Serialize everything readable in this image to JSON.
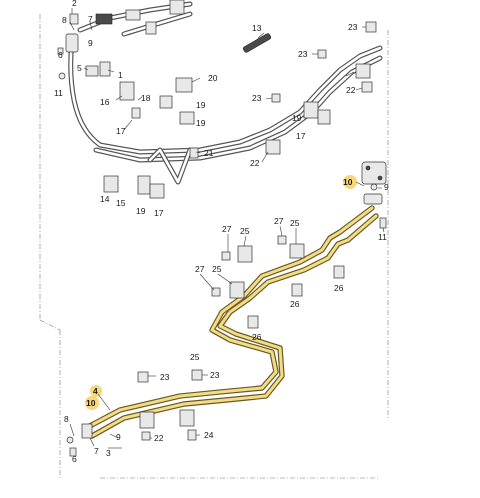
{
  "diagram": {
    "labels": [
      {
        "id": "l2",
        "text": "2"
      },
      {
        "id": "l8a",
        "text": "8"
      },
      {
        "id": "l7a",
        "text": "7"
      },
      {
        "id": "l9a",
        "text": "9"
      },
      {
        "id": "l13",
        "text": "13"
      },
      {
        "id": "l23a",
        "text": "23"
      },
      {
        "id": "l23b",
        "text": "23"
      },
      {
        "id": "l5a",
        "text": "5"
      },
      {
        "id": "l6a",
        "text": "6"
      },
      {
        "id": "l1",
        "text": "1"
      },
      {
        "id": "l11a",
        "text": "11"
      },
      {
        "id": "l16",
        "text": "16"
      },
      {
        "id": "l20",
        "text": "20"
      },
      {
        "id": "l18",
        "text": "18"
      },
      {
        "id": "l19a",
        "text": "19"
      },
      {
        "id": "l17a",
        "text": "17"
      },
      {
        "id": "l22a",
        "text": "22"
      },
      {
        "id": "l23c",
        "text": "23"
      },
      {
        "id": "l19b",
        "text": "19"
      },
      {
        "id": "l17b",
        "text": "17"
      },
      {
        "id": "l19c",
        "text": "19"
      },
      {
        "id": "l21",
        "text": "21"
      },
      {
        "id": "l22b",
        "text": "22"
      },
      {
        "id": "l14",
        "text": "14"
      },
      {
        "id": "l15",
        "text": "15"
      },
      {
        "id": "l19d",
        "text": "19"
      },
      {
        "id": "l17c",
        "text": "17"
      },
      {
        "id": "l10a",
        "text": "10"
      },
      {
        "id": "l9b",
        "text": "9"
      },
      {
        "id": "l11b",
        "text": "11"
      },
      {
        "id": "l27a",
        "text": "27"
      },
      {
        "id": "l25a",
        "text": "25"
      },
      {
        "id": "l27b",
        "text": "27"
      },
      {
        "id": "l25b",
        "text": "25"
      },
      {
        "id": "l26a",
        "text": "26"
      },
      {
        "id": "l27c",
        "text": "27"
      },
      {
        "id": "l25c",
        "text": "25"
      },
      {
        "id": "l26b",
        "text": "26"
      },
      {
        "id": "l26c",
        "text": "26"
      },
      {
        "id": "l23d",
        "text": "23"
      },
      {
        "id": "l4",
        "text": "4"
      },
      {
        "id": "l10b",
        "text": "10"
      },
      {
        "id": "l25d",
        "text": "25"
      },
      {
        "id": "l23e",
        "text": "23"
      },
      {
        "id": "l8b",
        "text": "8"
      },
      {
        "id": "l7b",
        "text": "7"
      },
      {
        "id": "l9c",
        "text": "9"
      },
      {
        "id": "l22c",
        "text": "22"
      },
      {
        "id": "l24",
        "text": "24"
      },
      {
        "id": "l6b",
        "text": "6"
      },
      {
        "id": "l3",
        "text": "3"
      }
    ],
    "colors": {
      "highlight": "#f6d36a",
      "highlighted_pipe": "#f2dc8a",
      "pipe": "#555555"
    }
  }
}
